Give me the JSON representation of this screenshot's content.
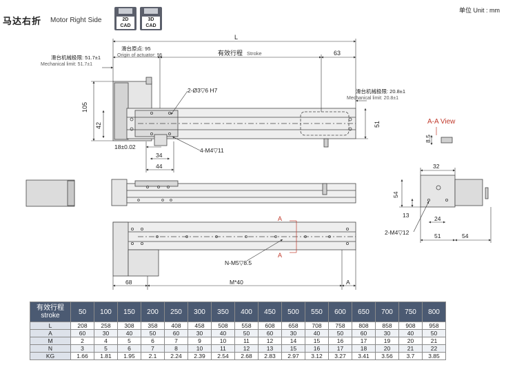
{
  "header": {
    "title": "马达右折",
    "subtitle": "Motor Right Side",
    "cad_2d_line1": "2D",
    "cad_2d_line2": "CAD",
    "cad_3d_line1": "3D",
    "cad_3d_line2": "CAD",
    "unit": "单位 Unit : mm"
  },
  "dims": {
    "L": "L",
    "origin_cn": "滑台原点: 95",
    "origin_en": "Origin of actuator: 95",
    "stroke_cn": "有效行程",
    "stroke_en": "Stroke",
    "d63": "63",
    "mech_left_cn": "滑台机械极限: 51.7±1",
    "mech_left_en": "Mechanical limit: 51.7±1",
    "mech_right_cn": "滑台机械极限: 20.8±1",
    "mech_right_en": "Mechanical limit: 20.8±1",
    "hole1": "2-Ø3▽6 H7",
    "d105": "105",
    "d42": "42",
    "d51": "51",
    "d18": "18±0.02",
    "d34": "34",
    "d44": "44",
    "m4_11": "4-M4▽11",
    "aa_view": "A-A View",
    "d85": "8.5",
    "d32": "32",
    "d54": "54",
    "d13": "13",
    "d24": "24",
    "m4_12": "2-M4▽12",
    "d51b": "51",
    "d54b": "54",
    "A1": "A",
    "A2": "A",
    "nm5": "N-M5▽8.5",
    "d68": "68",
    "m40": "M*40",
    "A3": "A"
  },
  "table": {
    "header_cn": "有效行程",
    "header_en": "stroke",
    "strokes": [
      "50",
      "100",
      "150",
      "200",
      "250",
      "300",
      "350",
      "400",
      "450",
      "500",
      "550",
      "600",
      "650",
      "700",
      "750",
      "800"
    ],
    "rows": [
      {
        "label": "L",
        "values": [
          "208",
          "258",
          "308",
          "358",
          "408",
          "458",
          "508",
          "558",
          "608",
          "658",
          "708",
          "758",
          "808",
          "858",
          "908",
          "958"
        ]
      },
      {
        "label": "A",
        "values": [
          "60",
          "30",
          "40",
          "50",
          "60",
          "30",
          "40",
          "50",
          "60",
          "30",
          "40",
          "50",
          "60",
          "30",
          "40",
          "50"
        ]
      },
      {
        "label": "M",
        "values": [
          "2",
          "4",
          "5",
          "6",
          "7",
          "9",
          "10",
          "11",
          "12",
          "14",
          "15",
          "16",
          "17",
          "19",
          "20",
          "21"
        ]
      },
      {
        "label": "N",
        "values": [
          "3",
          "5",
          "6",
          "7",
          "8",
          "10",
          "11",
          "12",
          "13",
          "15",
          "16",
          "17",
          "18",
          "20",
          "21",
          "22"
        ]
      },
      {
        "label": "KG",
        "values": [
          "1.66",
          "1.81",
          "1.95",
          "2.1",
          "2.24",
          "2.39",
          "2.54",
          "2.68",
          "2.83",
          "2.97",
          "3.12",
          "3.27",
          "3.41",
          "3.56",
          "3.7",
          "3.85"
        ]
      }
    ]
  }
}
